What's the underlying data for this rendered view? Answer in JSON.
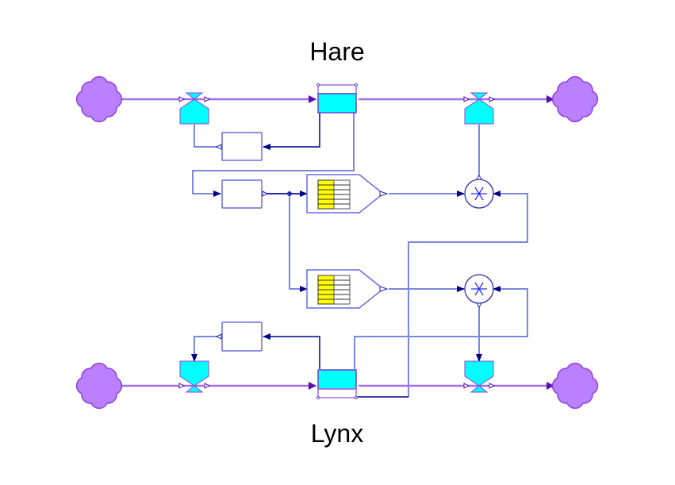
{
  "diagram": {
    "type": "stock-and-flow (predator-prey)",
    "labels": {
      "hare": "Hare",
      "lynx": "Lynx"
    },
    "colors": {
      "cloud": "#bb80ff",
      "cloud_stroke": "#9040e0",
      "stock_fill": "#00ffff",
      "valve_fill": "#00ffff",
      "flow_line": "#a070e8",
      "link_line": "#7a88dd",
      "link_dark": "#00008b",
      "arrow": "#5a10b0",
      "table_yellow": "#ffff00",
      "multiplier_stroke": "#2a2aff"
    },
    "elements": {
      "stocks": [
        "Hare stock",
        "Lynx stock"
      ],
      "flows": [
        "Hare inflow",
        "Hare outflow",
        "Lynx inflow",
        "Lynx outflow"
      ],
      "clouds": [
        "Hare source",
        "Hare sink",
        "Lynx source",
        "Lynx sink"
      ],
      "auxiliaries": [
        "Hare birth rate",
        "Hare density",
        "Lynx birth rate"
      ],
      "lookup_tables": [
        "Hare lookup 1",
        "Hare lookup 2"
      ],
      "multipliers": [
        "Hare death multiplier",
        "Lynx death multiplier"
      ]
    }
  }
}
